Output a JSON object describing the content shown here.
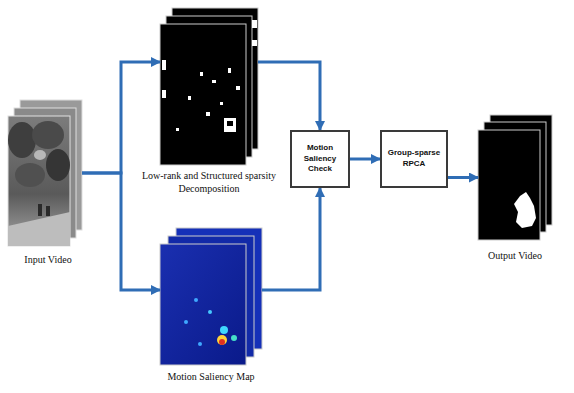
{
  "diagram": {
    "nodes": [
      {
        "text": [
          "Input Video"
        ]
      },
      {
        "text": [
          "Low-rank and Structured sparsity Decomposition"
        ]
      },
      {
        "text": [
          "Motion Saliency Map"
        ]
      },
      {
        "text": [
          "Motion Saliency Check"
        ]
      },
      {
        "text": [
          "Group-sparse RPCA"
        ]
      },
      {
        "text": [
          "Output Video"
        ]
      }
    ],
    "edges": [
      {
        "from": 0,
        "to": 1,
        "arrow": "to"
      },
      {
        "from": 0,
        "to": 2,
        "arrow": "to"
      },
      {
        "from": 1,
        "to": 3,
        "arrow": "to"
      },
      {
        "from": 2,
        "to": 3,
        "arrow": "to"
      },
      {
        "from": 3,
        "to": 4,
        "arrow": "to"
      },
      {
        "from": 4,
        "to": 5,
        "arrow": "to"
      }
    ]
  }
}
